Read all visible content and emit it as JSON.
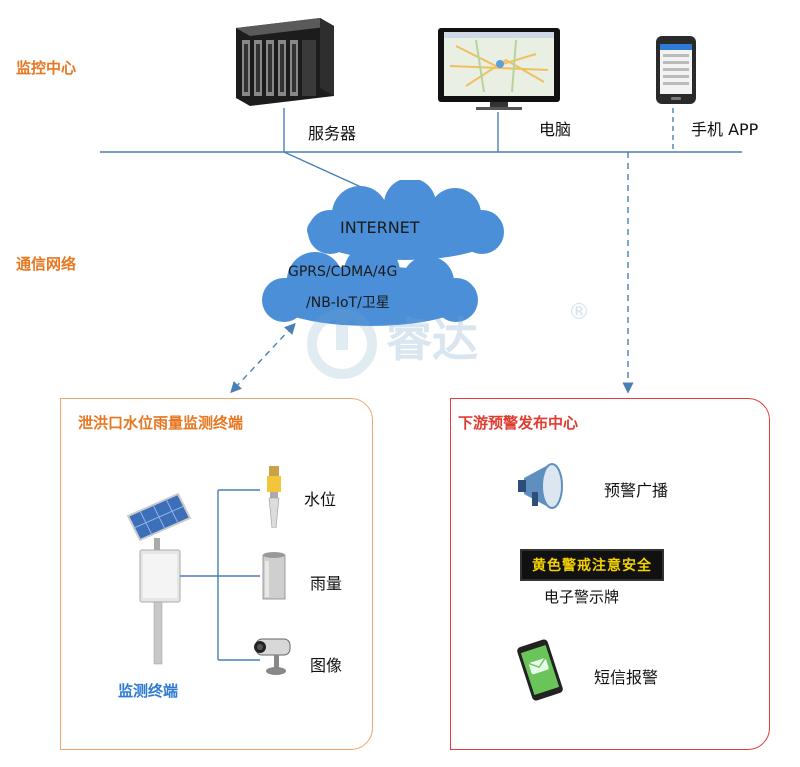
{
  "sections": {
    "monitor_center": "监控中心",
    "network": "通信网络"
  },
  "devices": {
    "server": "服务器",
    "computer": "电脑",
    "mobile_app": "手机 APP"
  },
  "cloud": {
    "internet": "INTERNET",
    "line1": "GPRS/CDMA/4G",
    "line2": "/NB-IoT/卫星"
  },
  "watermark": {
    "text": "睿达",
    "mark": "®"
  },
  "left_panel": {
    "title": "泄洪口水位雨量监测终端",
    "sensors": [
      "水位",
      "雨量",
      "图像"
    ],
    "terminal_label": "监测终端"
  },
  "right_panel": {
    "title": "下游预警发布中心",
    "broadcast": "预警广播",
    "led_text": "黄色警戒注意安全",
    "led_label": "电子警示牌",
    "sms": "短信报警"
  },
  "colors": {
    "accent_orange": "#e87722",
    "line_blue": "#4a7fb5",
    "panel_red": "#e23b3b",
    "cloud_blue": "#4a8fd8"
  }
}
